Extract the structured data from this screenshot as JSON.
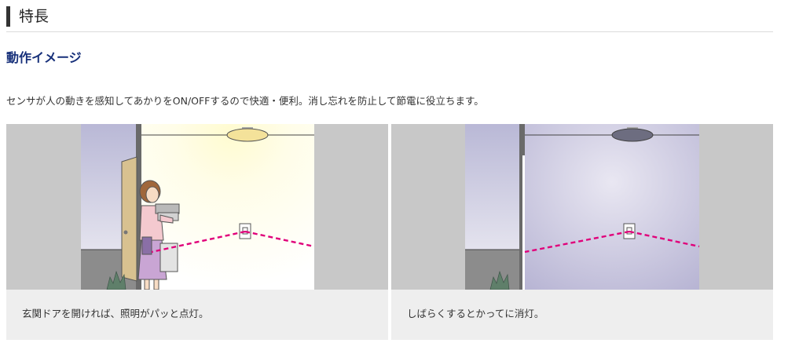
{
  "section": {
    "title": "特長"
  },
  "feature": {
    "heading": "動作イメージ",
    "description": "センサが人の動きを感知してあかりをON/OFFするので快適・便利。消し忘れを防止して節電に役立ちます。"
  },
  "panels": [
    {
      "state": "light-on",
      "caption": "玄関ドアを開ければ、照明がパッと点灯。"
    },
    {
      "state": "light-off",
      "caption": "しばらくするとかってに消灯。"
    }
  ],
  "colors": {
    "heading": "#17307a",
    "caption_bg": "#eeeeee",
    "sensor_beam": "#e0007a",
    "wall_gray": "#c8c8c8"
  }
}
